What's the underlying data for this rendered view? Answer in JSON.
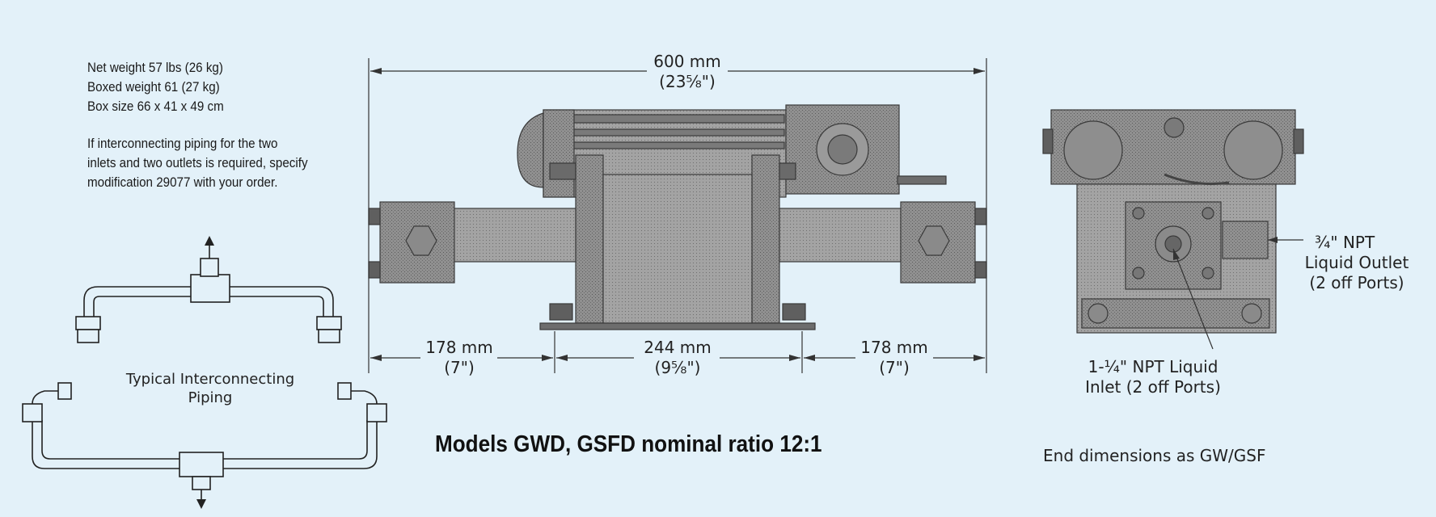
{
  "specs": {
    "net_weight": "Net weight 57 lbs (26 kg)",
    "boxed_weight": "Boxed weight 61 (27 kg)",
    "box_size": "Box size 66 x 41 x 49 cm",
    "note_line1": "If interconnecting piping for the two",
    "note_line2": "inlets and two outlets is required, specify",
    "note_line3": "modification 29077 with your order."
  },
  "piping_caption": {
    "line1": "Typical Interconnecting",
    "line2": "Piping"
  },
  "dimensions": {
    "overall_mm": "600 mm",
    "overall_in": "(23⅝\")",
    "left_mm": "178 mm",
    "left_in": "(7\")",
    "center_mm": "244 mm",
    "center_in": "(9⅝\")",
    "right_mm": "178 mm",
    "right_in": "(7\")"
  },
  "ports": {
    "outlet_line1": "¾\" NPT",
    "outlet_line2": "Liquid Outlet",
    "outlet_line3": "(2 off Ports)",
    "inlet_line1": "1-¼\" NPT Liquid",
    "inlet_line2": "Inlet (2 off Ports)"
  },
  "title": "Models GWD, GSFD nominal ratio 12:1",
  "end_note": "End dimensions as GW/GSF",
  "colors": {
    "background": "#e3f1f9",
    "metal": "#8c8c8c",
    "metal_dark": "#5f5f5f",
    "ink": "#222222"
  }
}
